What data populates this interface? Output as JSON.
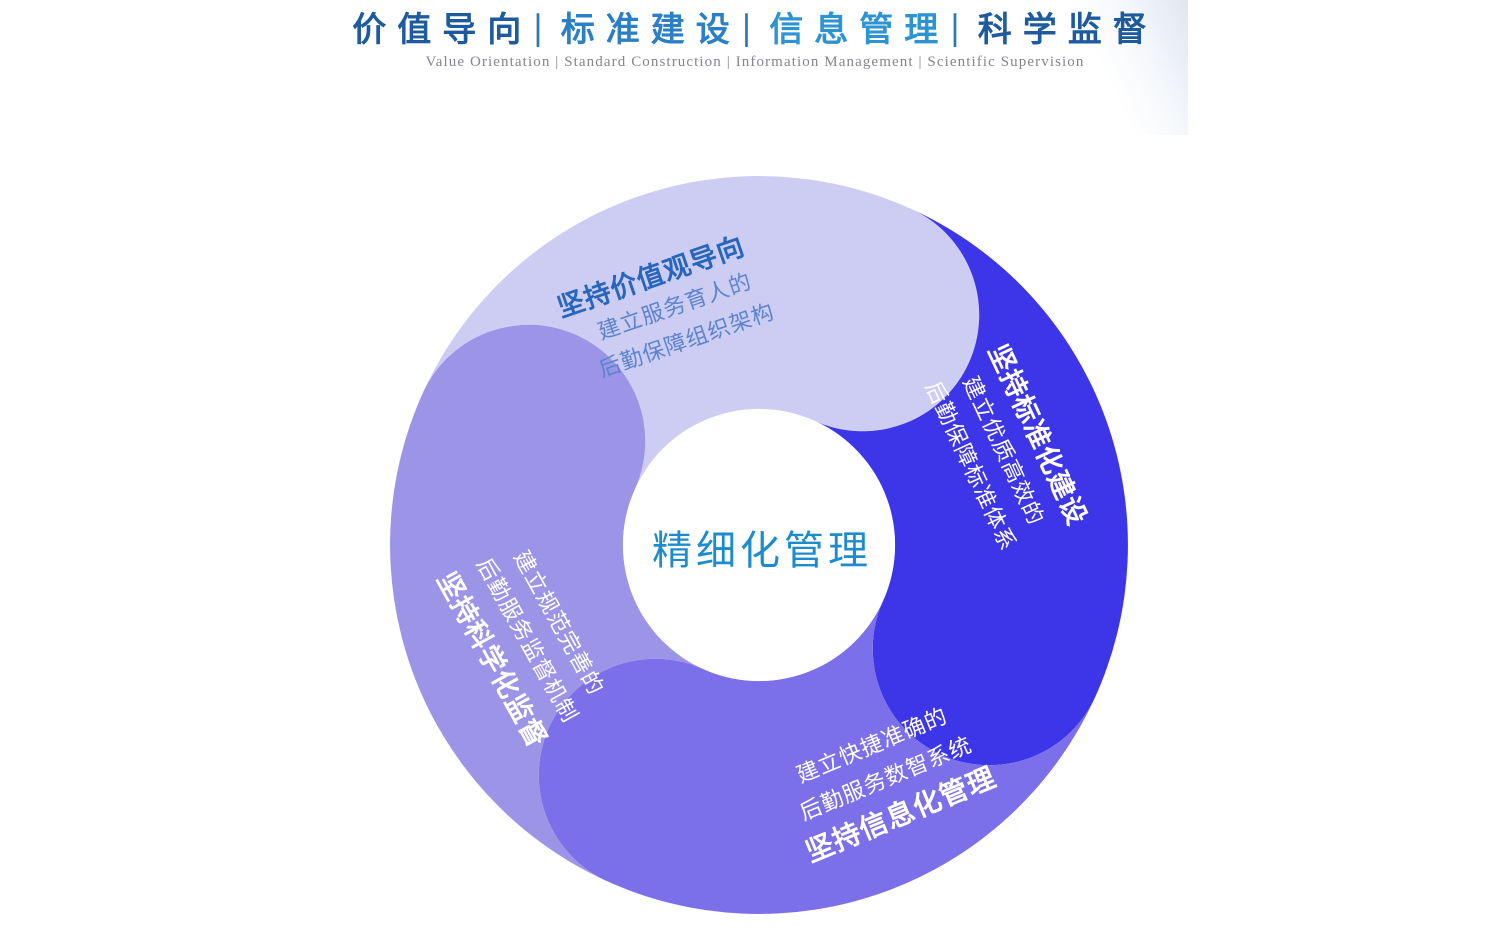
{
  "header": {
    "separator": "|",
    "title_groups": [
      {
        "text": "价值导向",
        "color": "#1d5a9e"
      },
      {
        "text": "标准建设",
        "color": "#2b7fc4"
      },
      {
        "text": "信息管理",
        "color": "#2d93d2"
      },
      {
        "text": "科学监督",
        "color": "#1d5a9e"
      }
    ],
    "subtitle": "Value Orientation | Standard Construction | Information Management | Scientific Supervision"
  },
  "diagram": {
    "center_label": "精细化管理",
    "center_color": "#1d8ccd",
    "segments": [
      {
        "id": "values",
        "title": "坚持价值观导向",
        "lines": [
          "建立服务育人的",
          "后勤保障组织架构"
        ],
        "color": "#cdccf3",
        "title_color": "#2766bd",
        "line_color": "#5c84ce"
      },
      {
        "id": "standards",
        "title": "坚持标准化建设",
        "lines": [
          "建立优质高效的",
          "后勤保障标准体系"
        ],
        "color": "#3d36e9",
        "title_color": "#ffffff",
        "line_color": "#ffffff"
      },
      {
        "id": "information",
        "title": "坚持信息化管理",
        "lines": [
          "建立快捷准确的",
          "后勤服务数智系统"
        ],
        "color": "#7b70e9",
        "title_color": "#ffffff",
        "line_color": "#ffffff"
      },
      {
        "id": "supervision",
        "title": "坚持科学化监督",
        "lines": [
          "建立规范完善的",
          "后勤服务监督机制"
        ],
        "color": "#9c95e7",
        "title_color": "#ffffff",
        "line_color": "#ffffff"
      }
    ]
  }
}
